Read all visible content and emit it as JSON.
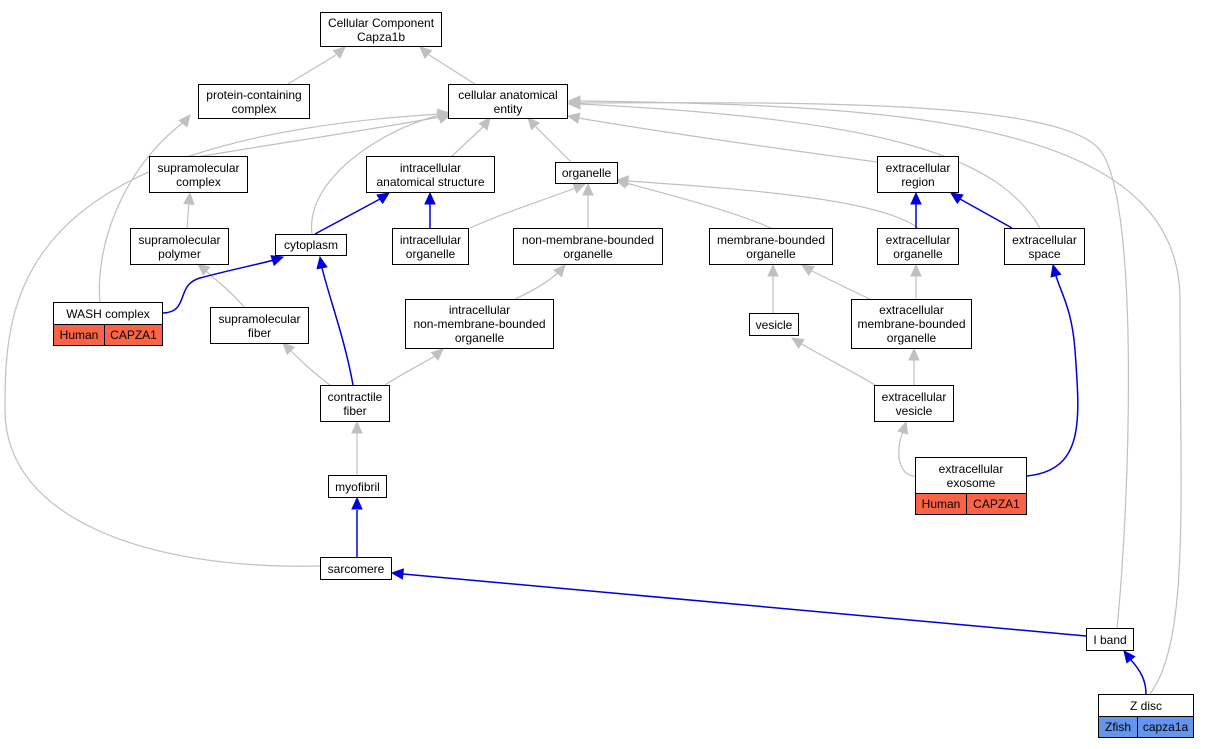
{
  "colors": {
    "is_a_edge": "#c0c0c0",
    "part_of_edge": "#0000dd",
    "human_annotation": "#fa6446",
    "zfish_annotation": "#6495ed",
    "node_border": "#000000"
  },
  "nodes": {
    "cellular_component": "Cellular Component\nCapza1b",
    "protein_containing_complex": "protein-containing\ncomplex",
    "cellular_anatomical_entity": "cellular anatomical\nentity",
    "supramolecular_complex": "supramolecular\ncomplex",
    "intracellular_anatomical_structure": "intracellular\nanatomical structure",
    "organelle": "organelle",
    "extracellular_region": "extracellular\nregion",
    "supramolecular_polymer": "supramolecular\npolymer",
    "cytoplasm": "cytoplasm",
    "intracellular_organelle": "intracellular\norganelle",
    "non_membrane_bounded_organelle": "non-membrane-bounded\norganelle",
    "membrane_bounded_organelle": "membrane-bounded\norganelle",
    "extracellular_organelle": "extracellular\norganelle",
    "extracellular_space": "extracellular\nspace",
    "wash_complex": "WASH complex",
    "supramolecular_fiber": "supramolecular\nfiber",
    "intracellular_nmb_organelle": "intracellular\nnon-membrane-bounded\norganelle",
    "vesicle": "vesicle",
    "extracellular_mb_organelle": "extracellular\nmembrane-bounded\norganelle",
    "contractile_fiber": "contractile\nfiber",
    "extracellular_vesicle": "extracellular\nvesicle",
    "extracellular_exosome": "extracellular\nexosome",
    "myofibril": "myofibril",
    "sarcomere": "sarcomere",
    "i_band": "I band",
    "z_disc": "Z disc"
  },
  "annotations": {
    "wash_complex": {
      "species": "Human",
      "gene": "CAPZA1"
    },
    "extracellular_exosome": {
      "species": "Human",
      "gene": "CAPZA1"
    },
    "z_disc": {
      "species": "Zfish",
      "gene": "capza1a"
    }
  }
}
